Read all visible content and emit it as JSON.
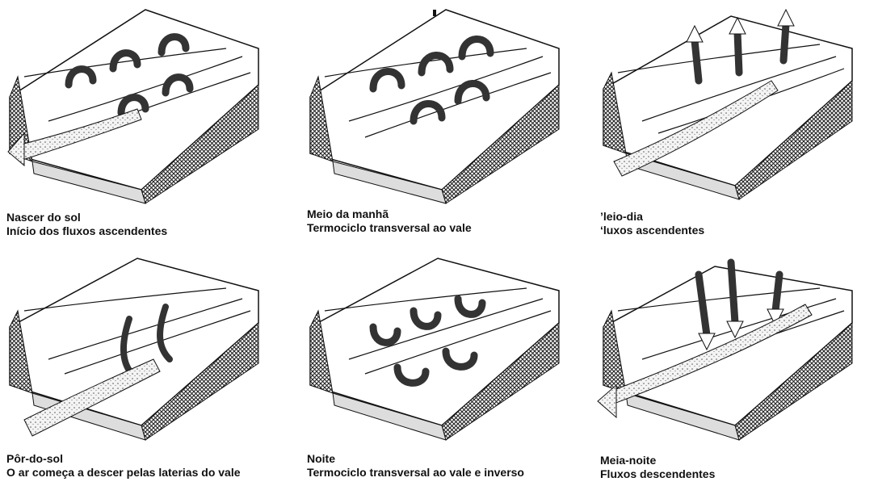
{
  "panels": [
    {
      "name": "nascer-do-sol",
      "title": "Nascer do sol",
      "subtitle": "Início dos fluxos ascendentes"
    },
    {
      "name": "meio-da-manha",
      "title": "Meio da manhã",
      "subtitle": "Termociclo transversal ao vale"
    },
    {
      "name": "meio-dia",
      "title": "’leio-dia",
      "subtitle": "‘luxos ascendentes"
    },
    {
      "name": "por-do-sol",
      "title": "Pôr-do-sol",
      "subtitle": "O ar começa a descer pelas laterias do vale"
    },
    {
      "name": "noite",
      "title": "Noite",
      "subtitle": "Termociclo transversal ao vale e inverso"
    },
    {
      "name": "meia-noite",
      "title": "Meia-noite",
      "subtitle": "Fluxos descendentes"
    }
  ]
}
